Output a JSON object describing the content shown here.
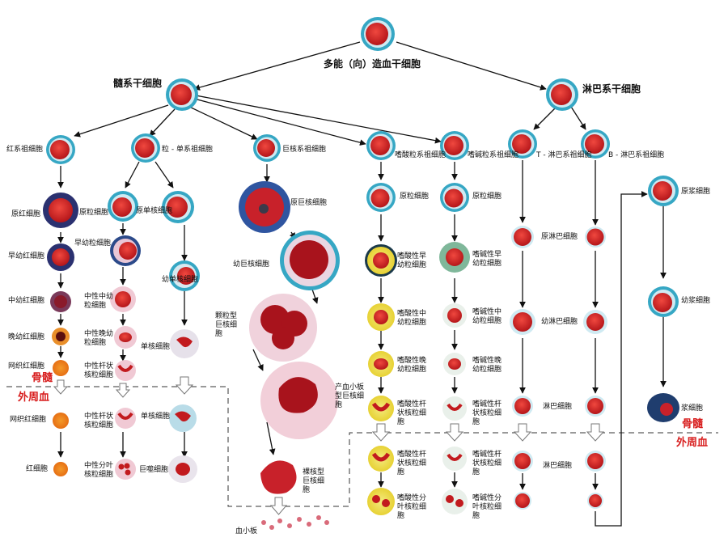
{
  "root": "多能（向）造血干细胞",
  "myeloid_stem": "髓系干细胞",
  "lymphoid_stem": "淋巴系干细胞",
  "progenitors": {
    "erythroid": "红系祖细胞",
    "gm": "粒 - 单系祖细胞",
    "mk": "巨核系祖细胞",
    "eos": "嗜酸粒系祖细胞",
    "baso": "嗜碱粒系祖细胞",
    "t": "T - 淋巴系祖细胞",
    "b": "B - 淋巴系祖细胞"
  },
  "erythroid": {
    "pro": "原红细胞",
    "early": "早幼红细胞",
    "mid": "中幼红细胞",
    "late": "晚幼红细胞",
    "retic": "网织红细胞",
    "retic_pb": "网织红细胞",
    "rbc": "红细胞"
  },
  "neutrophil": {
    "pro": "原粒细胞",
    "early": "早幼粒细胞",
    "mid": "中性中幼粒细胞",
    "late": "中性晚幼粒细胞",
    "band": "中性杆状核粒细胞",
    "band_pb": "中性杆状核粒细胞",
    "seg": "中性分叶核粒细胞"
  },
  "monocyte": {
    "pro": "原单核细胞",
    "young": "幼单核细胞",
    "mono": "单核细胞",
    "mono_pb": "单核细胞",
    "macro": "巨噬细胞"
  },
  "megakaryocyte": {
    "pro": "原巨核细胞",
    "young": "幼巨核细胞",
    "granular": "颗粒型巨核细胞",
    "plt_producing": "产血小板型巨核细胞",
    "naked": "裸核型巨核细胞",
    "platelet": "血小板"
  },
  "eosinophil": {
    "pro": "原粒细胞",
    "early": "嗜酸性早幼粒细胞",
    "mid": "嗜酸性中幼粒细胞",
    "late": "嗜酸性晚幼粒细胞",
    "band": "嗜酸性杆状核粒细胞",
    "band_pb": "嗜酸性杆状核粒细胞",
    "seg": "嗜酸性分叶核粒细胞"
  },
  "basophil": {
    "pro": "原粒细胞",
    "early": "嗜碱性早幼粒细胞",
    "mid": "嗜碱性中幼粒细胞",
    "late": "嗜碱性晚幼粒细胞",
    "band": "嗜碱性杆状核粒细胞",
    "band_pb": "嗜碱性杆状核粒细胞",
    "seg": "嗜碱性分叶核粒细胞"
  },
  "lymphocyte": {
    "pro": "原淋巴细胞",
    "young": "幼淋巴细胞",
    "lymph": "淋巴细胞",
    "lymph_pb": "淋巴细胞"
  },
  "plasma": {
    "pro": "原浆细胞",
    "young": "幼浆细胞",
    "plasma": "浆细胞"
  },
  "zones": {
    "bm_left": "骨髓",
    "pb_left": "外周血",
    "bm_right": "骨髓",
    "pb_right": "外周血"
  },
  "colors": {
    "stem_membrane": "#36a7c4",
    "cytoplasm": "#cfeaf2",
    "nucleus": "#d8231f",
    "zone_label": "#d81e1e",
    "eos_granule": "#e8d63a",
    "baso_granule": "#1b3a4a",
    "normoblast": "#2b3170",
    "plasma_cyto": "#1f3d6e"
  }
}
